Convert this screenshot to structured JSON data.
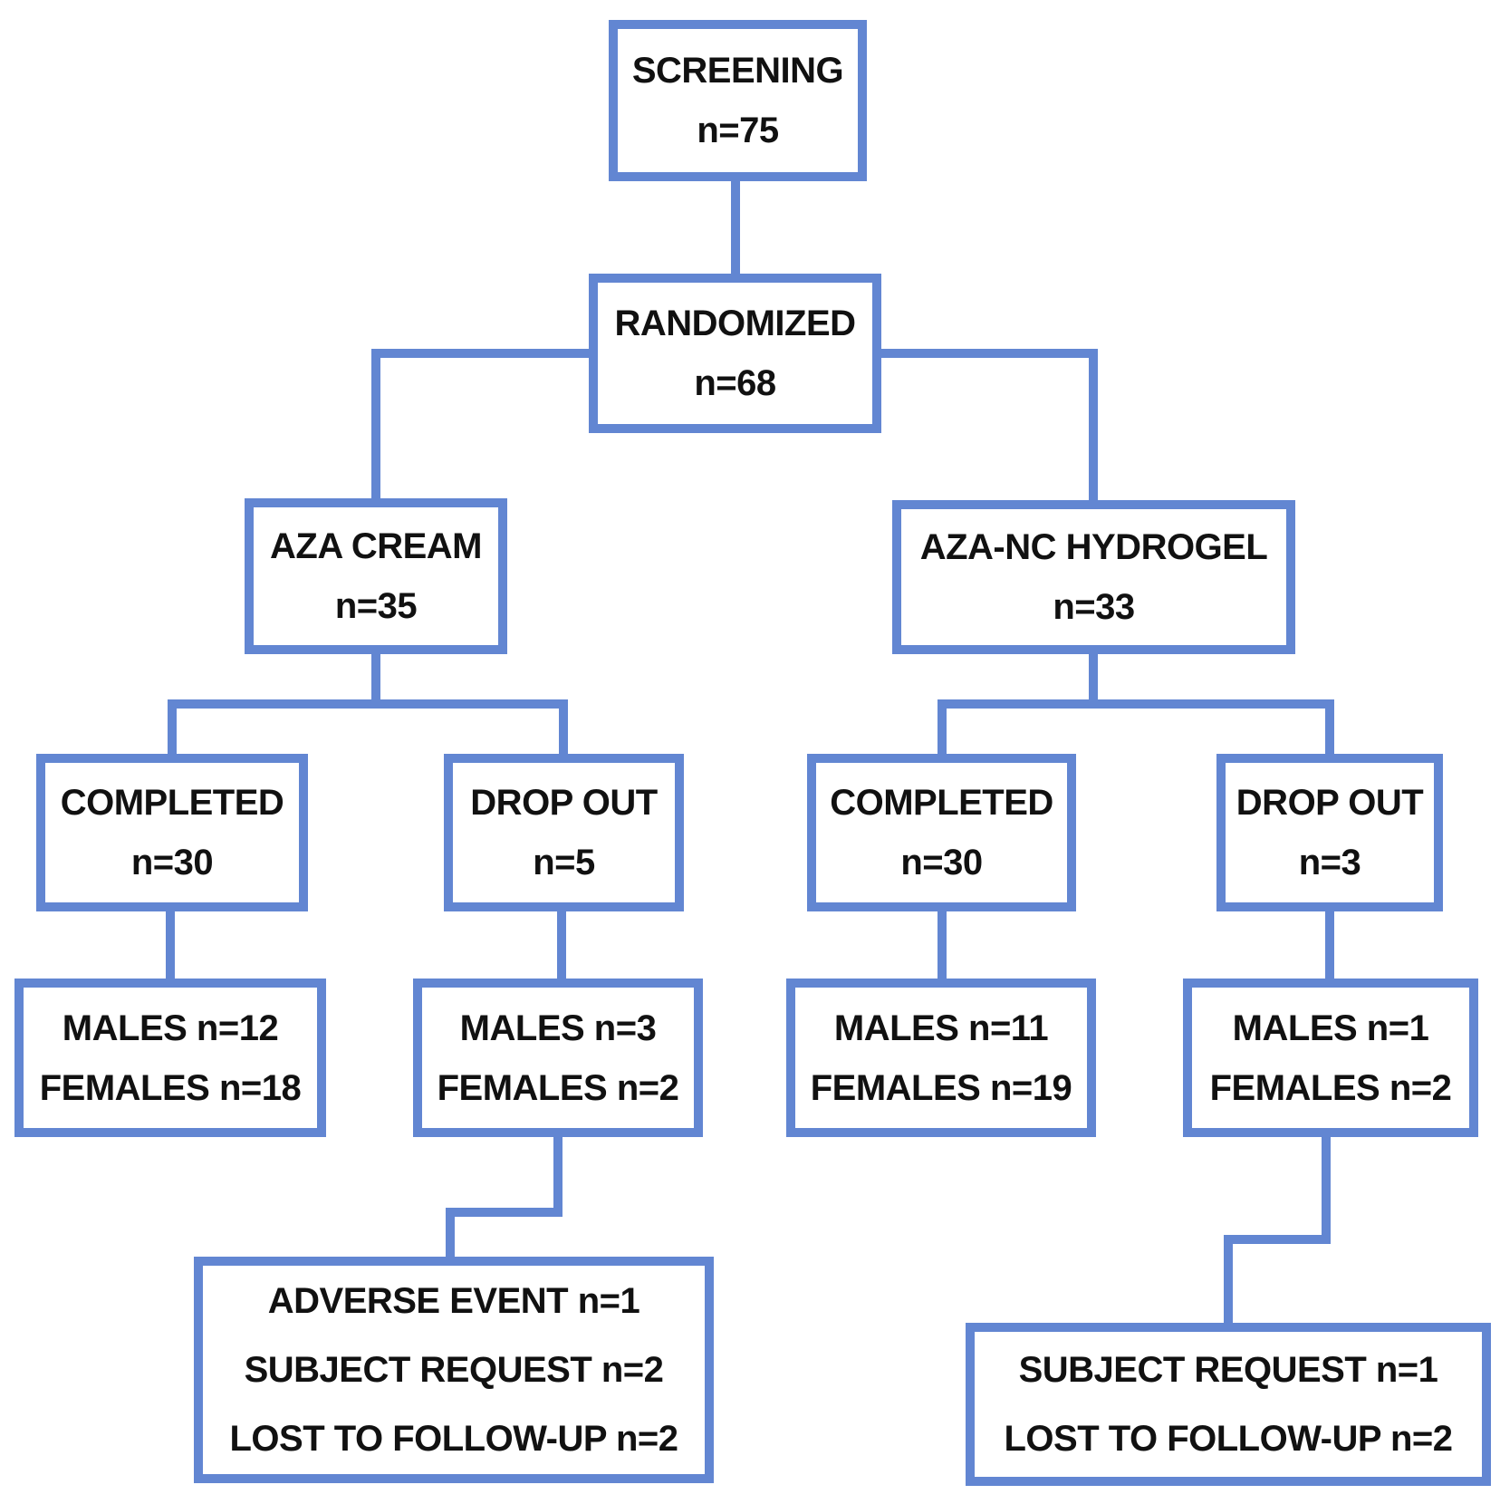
{
  "diagram": {
    "type": "flowchart",
    "colors": {
      "accent": "#6286d2",
      "text": "#111111",
      "background": "#ffffff"
    },
    "nodes": [
      {
        "id": "screening",
        "lines": [
          "SCREENING",
          "n=75"
        ]
      },
      {
        "id": "randomized",
        "lines": [
          "RANDOMIZED",
          "n=68"
        ]
      },
      {
        "id": "aza-cream",
        "lines": [
          "AZA CREAM",
          "n=35"
        ]
      },
      {
        "id": "aza-nc-hydrogel",
        "lines": [
          "AZA-NC HYDROGEL",
          "n=33"
        ]
      },
      {
        "id": "aza-cream-completed",
        "lines": [
          "COMPLETED",
          "n=30"
        ]
      },
      {
        "id": "aza-cream-dropout",
        "lines": [
          "DROP OUT",
          "n=5"
        ]
      },
      {
        "id": "aza-nc-completed",
        "lines": [
          "COMPLETED",
          "n=30"
        ]
      },
      {
        "id": "aza-nc-dropout",
        "lines": [
          "DROP OUT",
          "n=3"
        ]
      },
      {
        "id": "aza-cream-completed-sex",
        "lines": [
          "MALES n=12",
          "FEMALES n=18"
        ]
      },
      {
        "id": "aza-cream-dropout-sex",
        "lines": [
          "MALES n=3",
          "FEMALES n=2"
        ]
      },
      {
        "id": "aza-nc-completed-sex",
        "lines": [
          "MALES n=11",
          "FEMALES n=19"
        ]
      },
      {
        "id": "aza-nc-dropout-sex",
        "lines": [
          "MALES n=1",
          "FEMALES n=2"
        ]
      },
      {
        "id": "aza-cream-dropout-reasons",
        "lines": [
          "ADVERSE EVENT n=1",
          "SUBJECT REQUEST n=2",
          "LOST TO FOLLOW-UP n=2"
        ]
      },
      {
        "id": "aza-nc-dropout-reasons",
        "lines": [
          "SUBJECT REQUEST n=1",
          "LOST TO FOLLOW-UP n=2"
        ]
      }
    ]
  }
}
